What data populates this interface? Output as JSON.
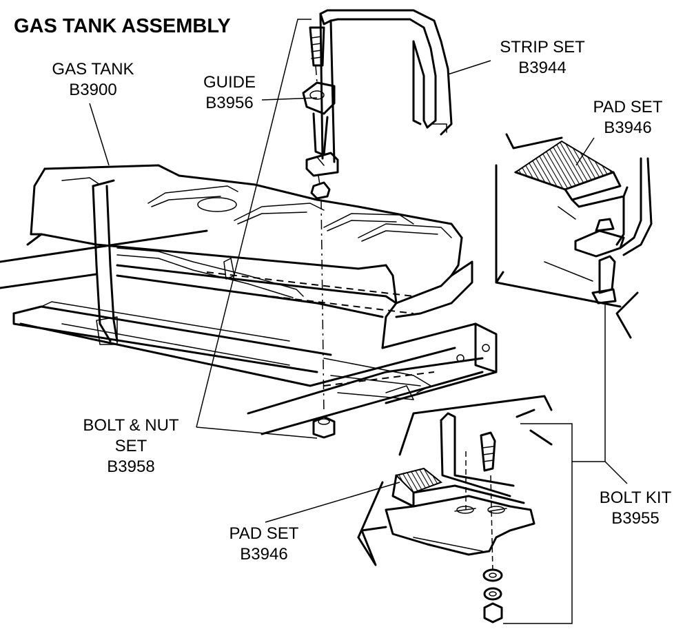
{
  "title": "GAS TANK ASSEMBLY",
  "labels": {
    "gas_tank": {
      "name": "GAS TANK",
      "part": "B3900"
    },
    "guide": {
      "name": "GUIDE",
      "part": "B3956"
    },
    "strip_set": {
      "name": "STRIP SET",
      "part": "B3944"
    },
    "pad_set_upper": {
      "name": "PAD SET",
      "part": "B3946"
    },
    "bolt_nut_set": {
      "name_line1": "BOLT & NUT",
      "name_line2": "SET",
      "part": "B3958"
    },
    "pad_set_lower": {
      "name": "PAD SET",
      "part": "B3946"
    },
    "bolt_kit": {
      "name": "BOLT KIT",
      "part": "B3955"
    }
  }
}
